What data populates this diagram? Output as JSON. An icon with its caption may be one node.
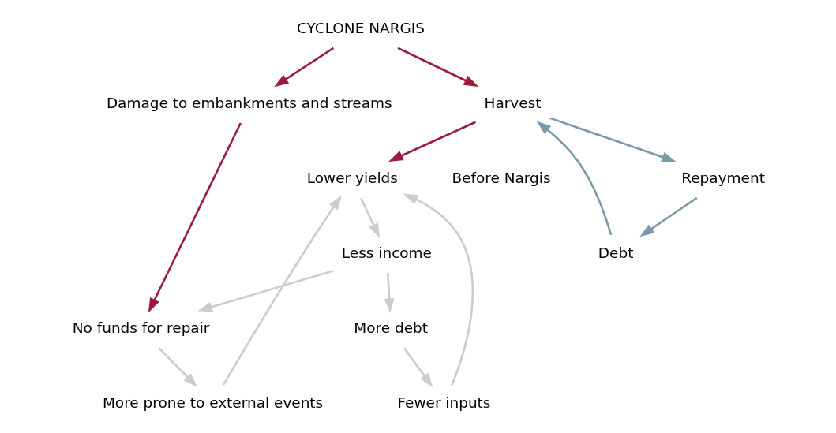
{
  "diagram": {
    "nodes": [
      {
        "text": [
          "CYCLONE NARGIS"
        ]
      },
      {
        "text": [
          "Debt"
        ]
      },
      {
        "text": [
          "Harvest"
        ]
      },
      {
        "text": [
          "Repayment"
        ]
      },
      {
        "text": [
          "Damage to embankments and streams"
        ]
      },
      {
        "text": [
          "No funds for repair"
        ]
      },
      {
        "text": [
          "Less income"
        ]
      },
      {
        "text": [
          "More debt"
        ]
      },
      {
        "text": [
          "More prone to external events"
        ]
      },
      {
        "text": [
          "Lower yields"
        ]
      },
      {
        "text": [
          "Fewer inputs"
        ]
      }
    ],
    "edges": [
      {
        "from": 0,
        "to": 4,
        "arrow": "to",
        "color": "#9b1b3a"
      },
      {
        "from": 0,
        "to": 2,
        "arrow": "to",
        "color": "#9b1b3a"
      },
      {
        "from": 1,
        "to": 2,
        "arrow": "to",
        "color": "#7a9aa8"
      },
      {
        "from": 2,
        "to": 3,
        "arrow": "to",
        "color": "#7a9aa8"
      },
      {
        "from": 3,
        "to": 1,
        "arrow": "to",
        "color": "#7a9aa8"
      },
      {
        "from": 4,
        "to": 5,
        "arrow": "to",
        "color": "#9b1b3a"
      },
      {
        "from": 2,
        "to": 9,
        "arrow": "to",
        "color": "#9b1b3a"
      },
      {
        "from": 6,
        "to": 5,
        "arrow": "to"
      },
      {
        "from": 6,
        "to": 7,
        "arrow": "to"
      },
      {
        "from": 5,
        "to": 8,
        "arrow": "to"
      },
      {
        "from": 7,
        "to": 10,
        "arrow": "to"
      },
      {
        "from": 8,
        "to": 9,
        "arrow": "to"
      },
      {
        "from": 10,
        "to": 9,
        "arrow": "to"
      },
      {
        "from": 9,
        "to": 6,
        "arrow": "to"
      }
    ],
    "labels": [
      "Before Nargis"
    ]
  }
}
